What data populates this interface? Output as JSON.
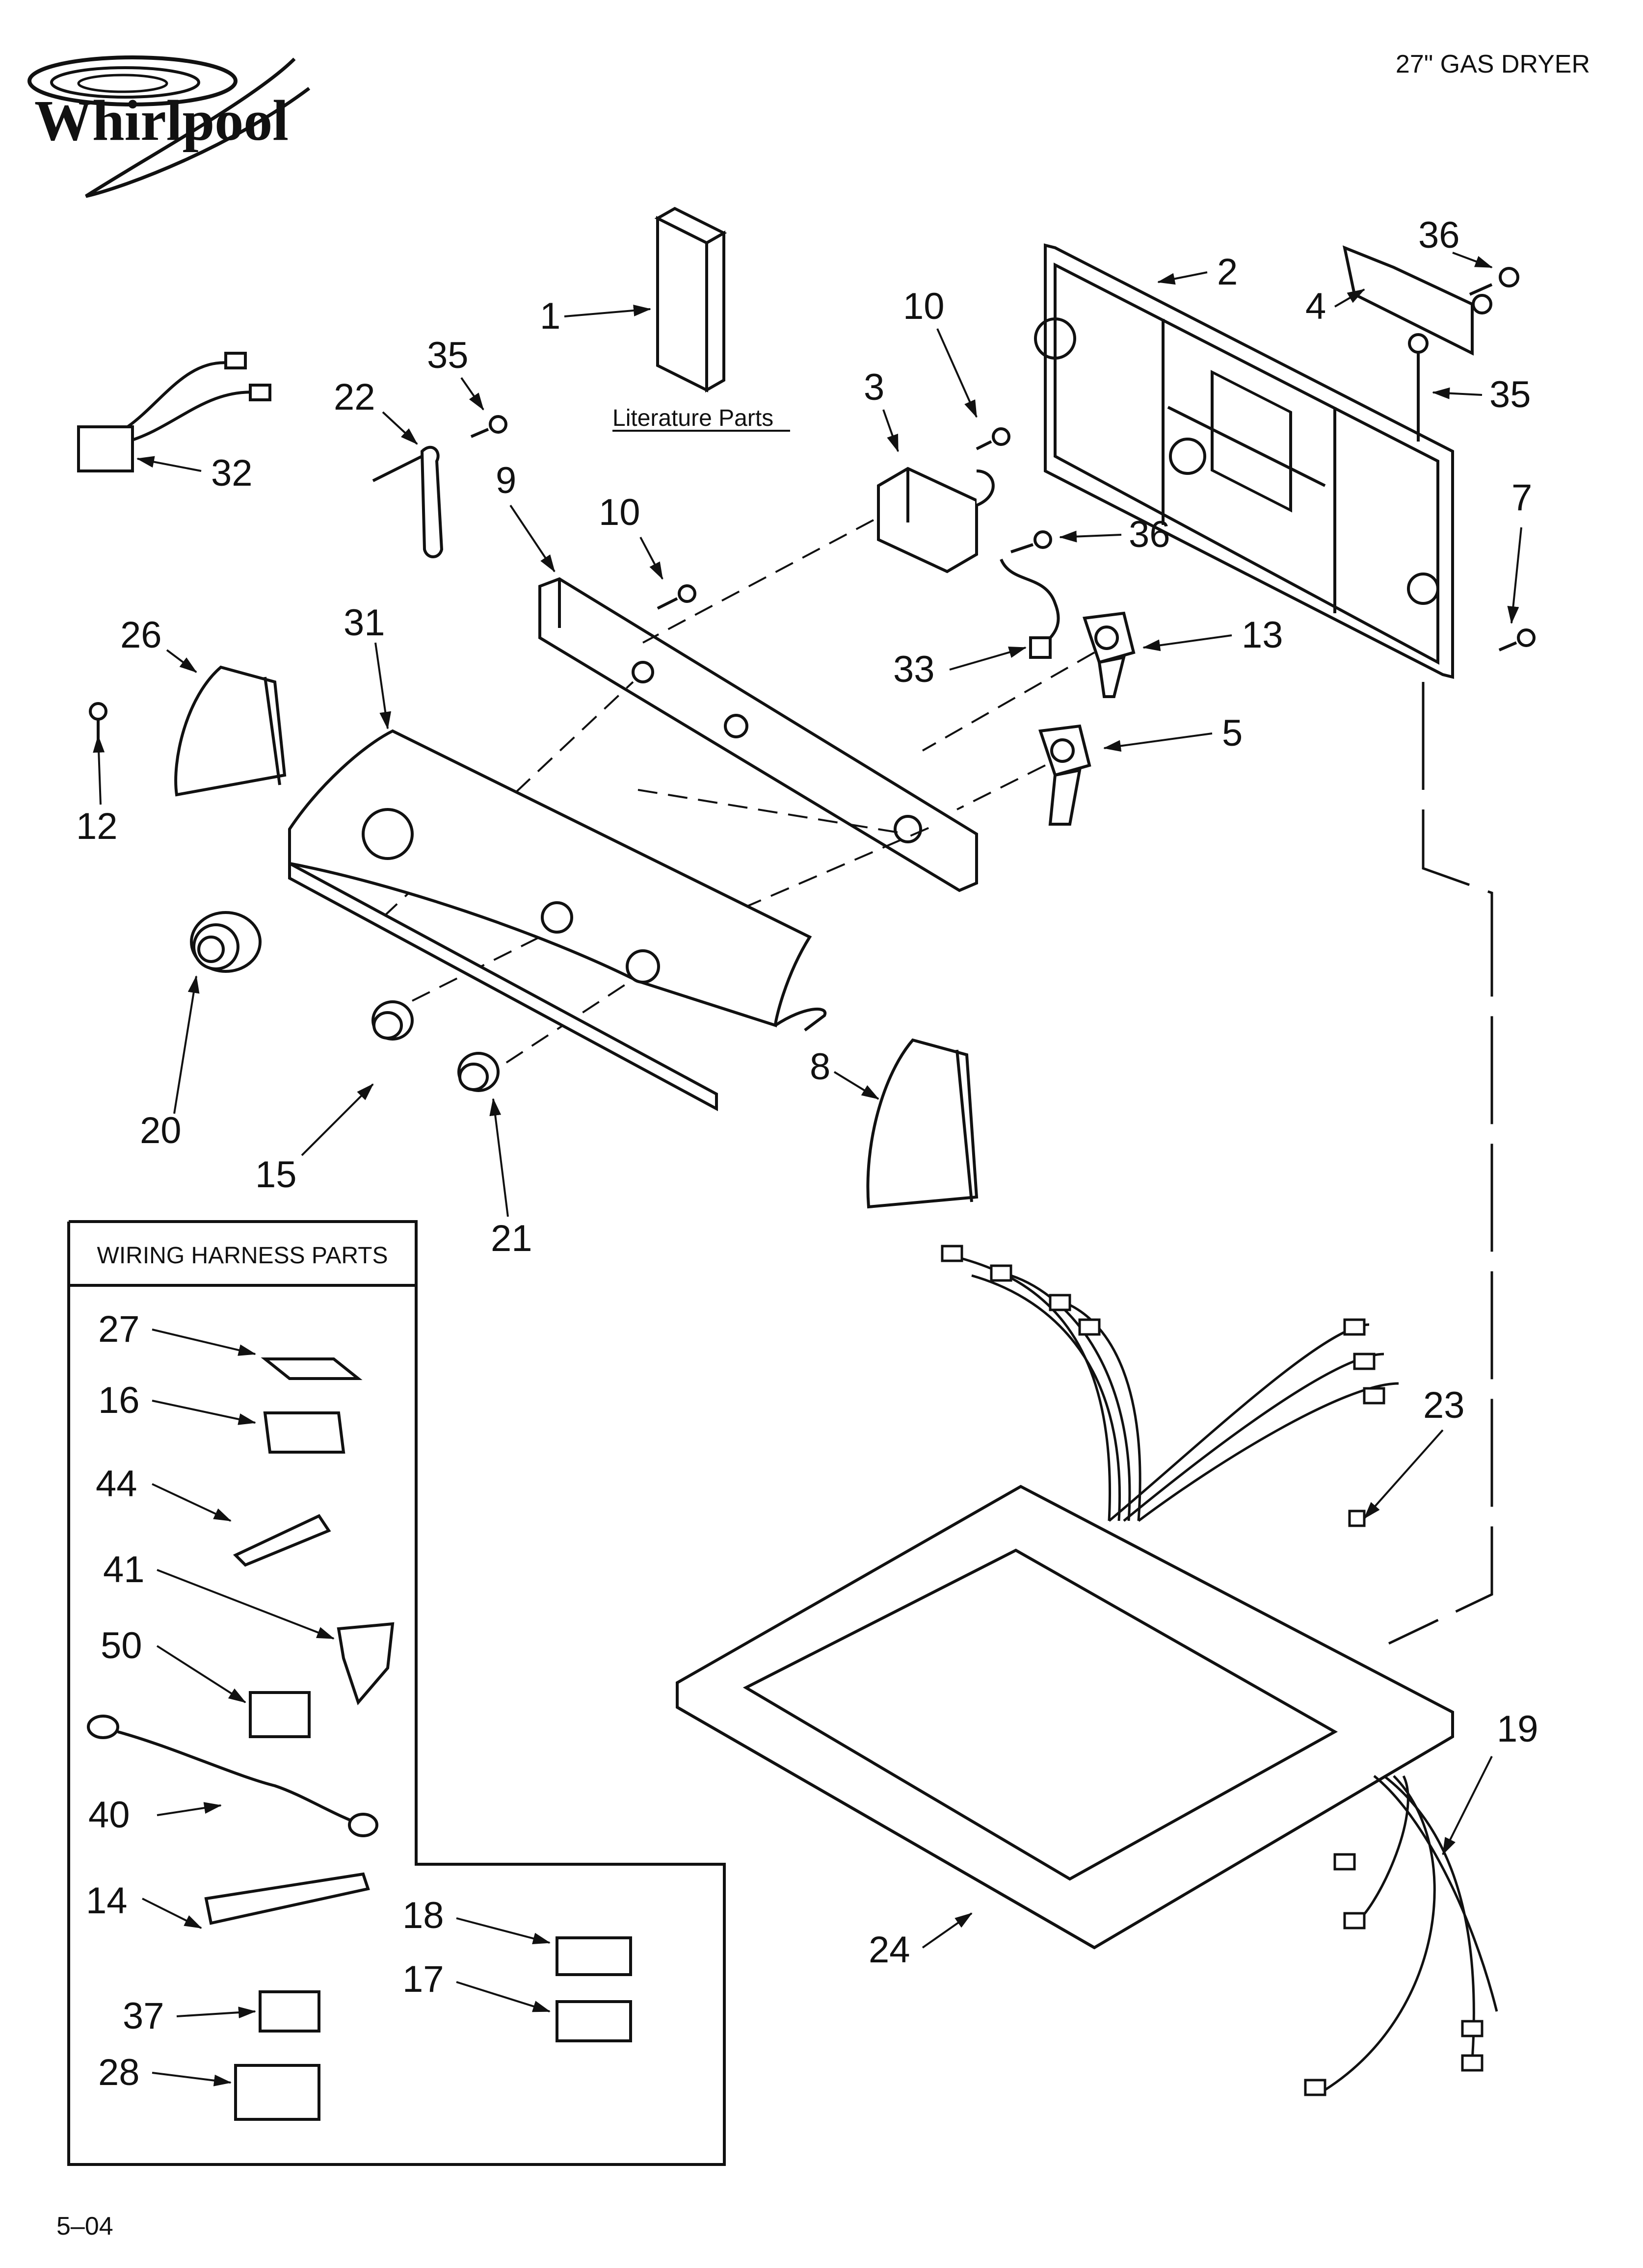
{
  "header": {
    "brand_name": "Whirlpool",
    "model_title": "27\" GAS DRYER"
  },
  "literature_label": "Literature Parts",
  "wiring_box_title": "WIRING HARNESS PARTS",
  "page_number": "5–04",
  "callouts": {
    "c1": "1",
    "c2": "2",
    "c3": "3",
    "c4": "4",
    "c5": "5",
    "c7": "7",
    "c8": "8",
    "c9": "9",
    "c10a": "10",
    "c10b": "10",
    "c12": "12",
    "c13": "13",
    "c14": "14",
    "c15": "15",
    "c16": "16",
    "c17": "17",
    "c18": "18",
    "c19": "19",
    "c20": "20",
    "c21": "21",
    "c22": "22",
    "c23": "23",
    "c24": "24",
    "c26": "26",
    "c27": "27",
    "c28": "28",
    "c31": "31",
    "c32": "32",
    "c33": "33",
    "c35a": "35",
    "c35b": "35",
    "c36a": "36",
    "c36b": "36",
    "c37": "37",
    "c40": "40",
    "c41": "41",
    "c44": "44",
    "c50": "50"
  }
}
